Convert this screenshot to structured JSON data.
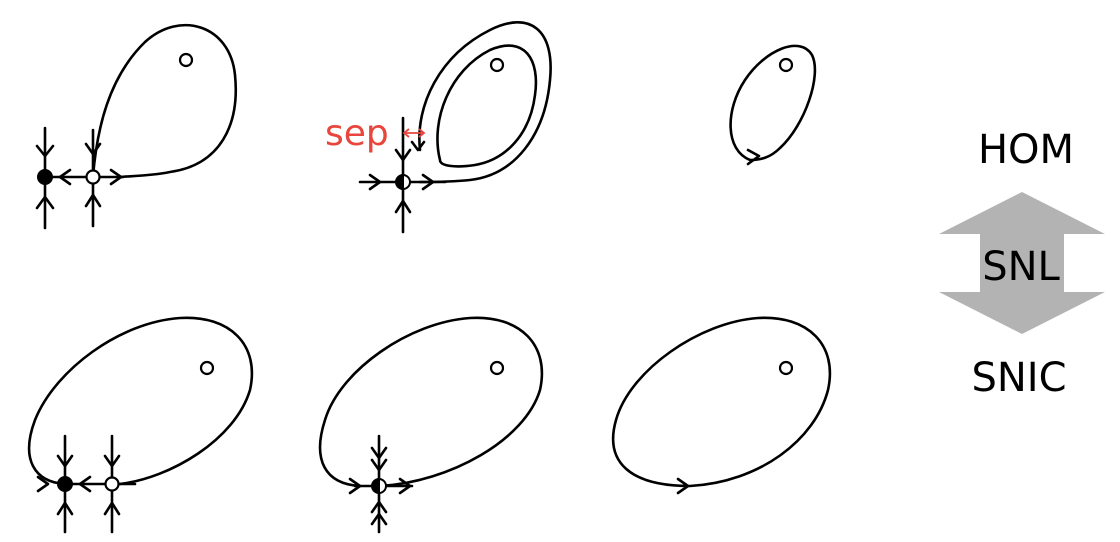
{
  "labels": {
    "top": "HOM",
    "middle": "SNL",
    "bottom": "SNIC",
    "separation": "sep"
  },
  "colors": {
    "line": "#000000",
    "arrow_fill": "#b3b3b3",
    "separation": "#e8453c"
  },
  "icons": {
    "separation_marker": "double-headed-arrow",
    "transition_indicator": "up-down-block-arrow"
  }
}
